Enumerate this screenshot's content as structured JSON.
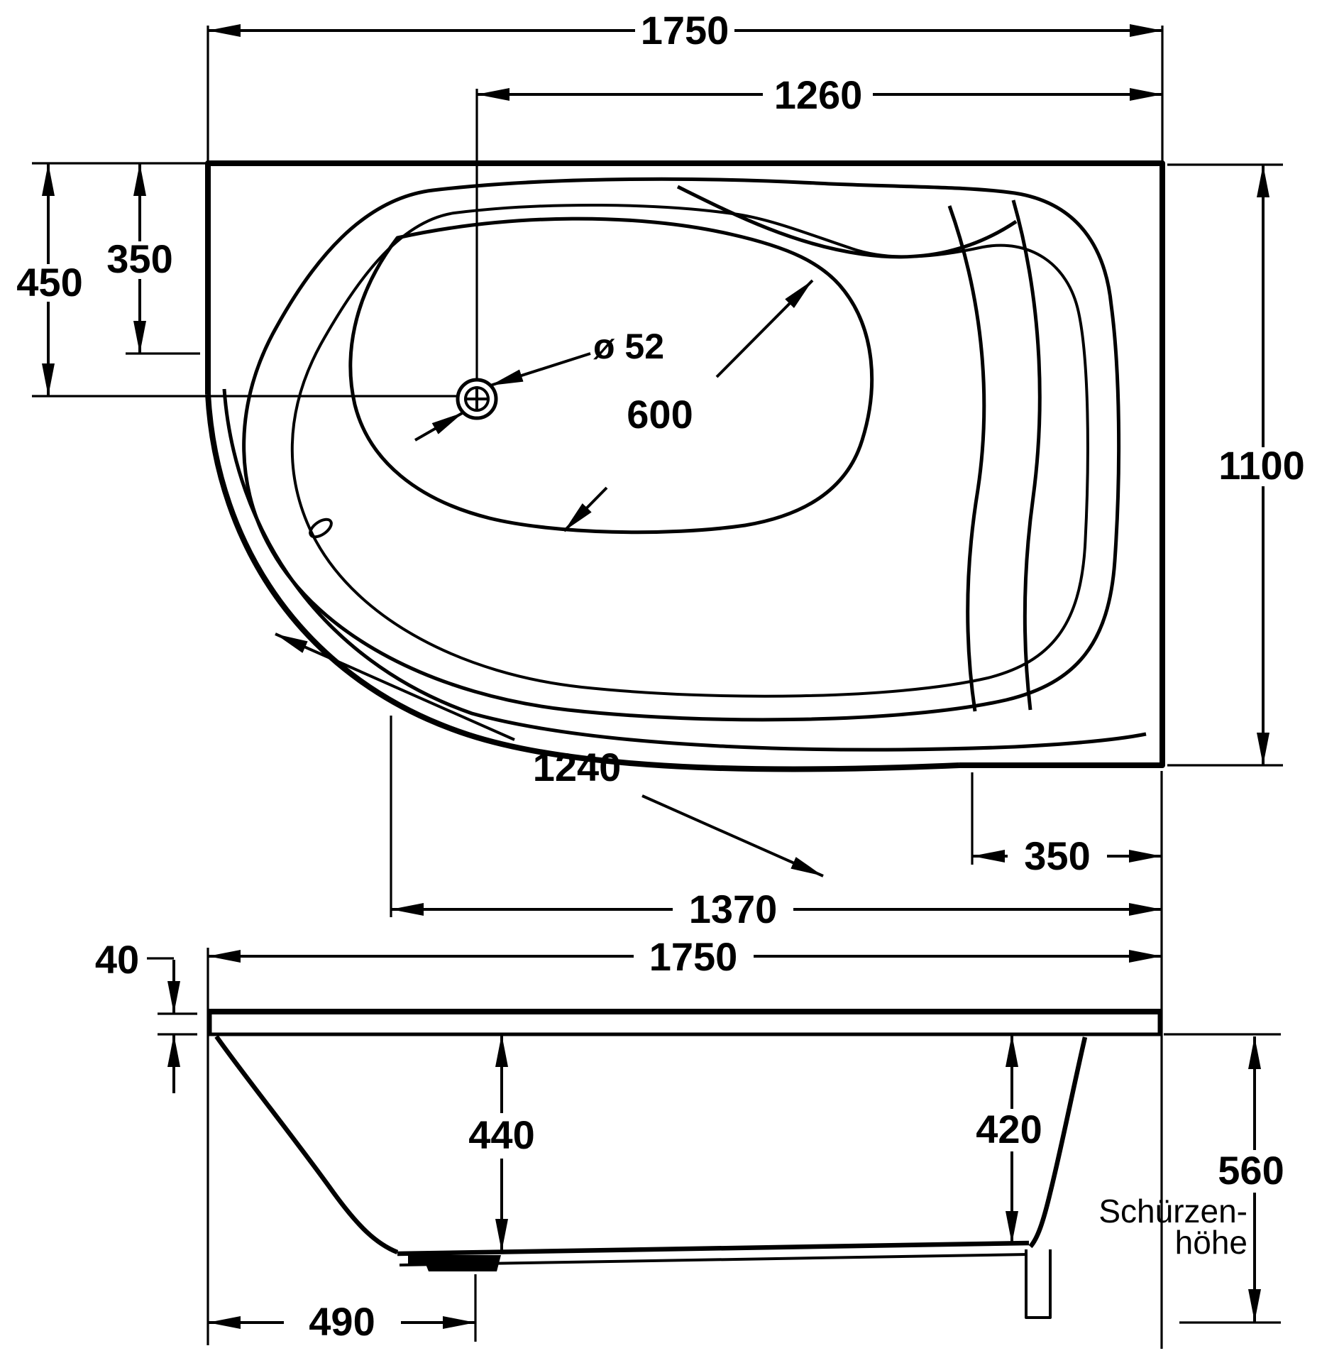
{
  "colors": {
    "ink": "#000000",
    "paper": "#ffffff"
  },
  "drawing": {
    "type": "bathtub technical dimension drawing, top view and front elevation",
    "top_view": {
      "dims": {
        "overall_width": "1750",
        "inner_rim_width": "1260",
        "left_edge_depth": "450",
        "left_inner_depth": "350",
        "drain_diameter": "ø 52",
        "seat_diagonal": "600",
        "overall_depth": "1100",
        "corner_diagonal": "1240",
        "right_bottom_width": "350",
        "bottom_width": "1370"
      }
    },
    "front_view": {
      "dims": {
        "overall_width": "1750",
        "rim_thickness": "40",
        "inner_depth_left": "440",
        "inner_depth_right": "420",
        "apron_height": "560",
        "drain_offset": "490"
      },
      "apron_label_line1": "Schürzen-",
      "apron_label_line2": "höhe"
    }
  }
}
